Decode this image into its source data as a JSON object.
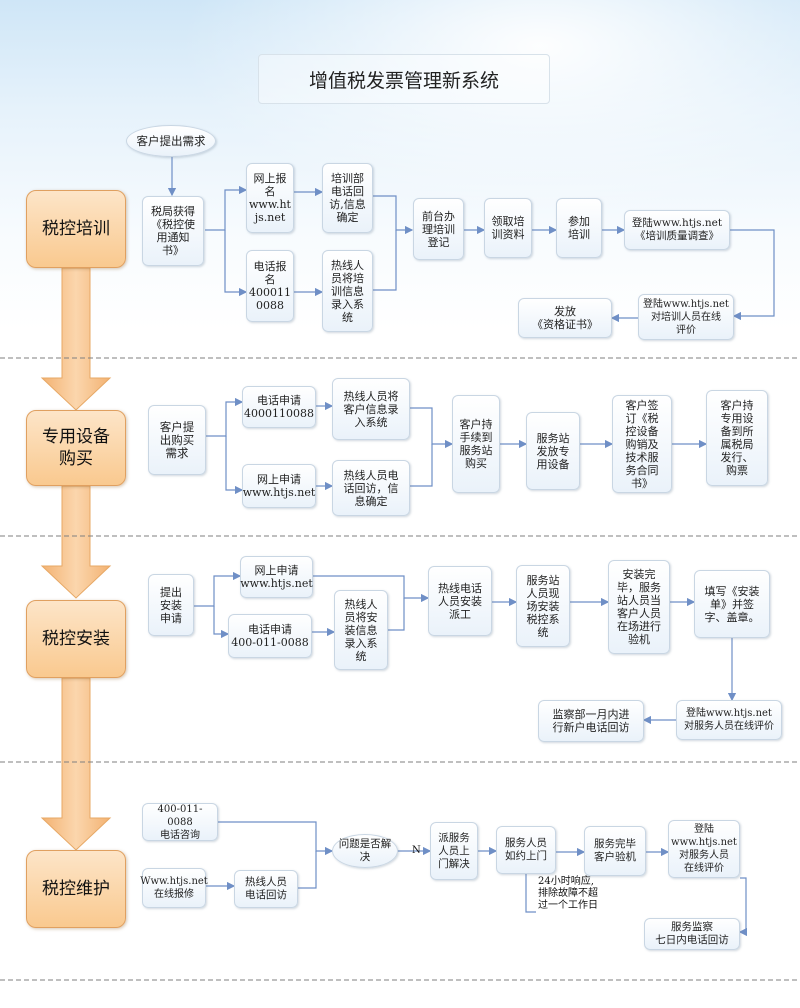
{
  "title": "增值税发票管理新系统",
  "stages": {
    "training": "税控培训",
    "equipment": "专用设备\n购买",
    "install": "税控安装",
    "maintain": "税控维护"
  },
  "training": {
    "customer_request": "客户提出需求",
    "notice": "税局获得\n《税控使\n用通知\n书》",
    "online_register": "网上报\n名\nwww.ht\njs.net",
    "phone_register": "电话报\n名\n400011\n0088",
    "callback_confirm": "培训部\n电话回\n访,信息\n确定",
    "hotline_entry": "热线人\n员将培\n训信息\n录入系\n统",
    "front_desk": "前台办\n理培训\n登记",
    "get_materials": "领取培\n训资料",
    "attend": "参加\n培训",
    "survey": "登陆www.htjs.net\n《培训质量调查》",
    "online_eval": "登陆www.htjs.net\n对培训人员在线\n评价",
    "certificate": "发放\n《资格证书》"
  },
  "equipment": {
    "purchase_request": "客户提\n出购买\n需求",
    "phone_apply": "电话申请\n4000110088",
    "online_apply": "网上申请\nwww.htjs.net",
    "hotline_entry": "热线人员将\n客户信息录\n入系统",
    "hotline_callback": "热线人员电\n话回访，信\n息确定",
    "go_station": "客户持\n手续到\n服务站\n购买",
    "station_issue": "服务站\n发放专\n用设备",
    "sign_contract": "客户签\n订《税\n控设备\n购销及\n技术服\n务合同\n书》",
    "invoice_issue": "客户持\n专用设\n备到所\n属税局\n发行、\n购票"
  },
  "install": {
    "install_request": "提出\n安装\n申请",
    "online_apply": "网上申请\nwww.htjs.net",
    "phone_apply": "电话申请\n400-011-0088",
    "hotline_entry": "热线人\n员将安\n装信息\n录入系\n统",
    "dispatch": "热线电话\n人员安装\n派工",
    "onsite": "服务站\n人员现\n场安装\n税控系\n统",
    "acceptance": "安装完\n毕，服务\n站人员当\n客户人员\n在场进行\n验机",
    "fill_form": "填写《安装\n单》并签\n字、盖章。",
    "online_eval": "登陆www.htjs.net\n对服务人员在线评价",
    "supervision": "监察部一月内进\n行新户电话回访"
  },
  "maintain": {
    "phone_consult": "400-011-0088\n电话咨询",
    "online_repair": "Www.htjs.net\n在线报修",
    "hotline_callback": "热线人员\n电话回访",
    "solved_question": "问题是否解决",
    "no_label": "N",
    "dispatch": "派服务\n人员上\n门解决",
    "visit": "服务人员\n如约上门",
    "response_note": "24小时响应,\n排除故障不超\n过一个工作日",
    "acceptance": "服务完毕\n客户验机",
    "online_eval": "登陆\nwww.htjs.net\n对服务人员\n在线评价",
    "supervision": "服务监察\n七日内电话回访"
  },
  "colors": {
    "arrow": "#6f8fc6",
    "stage_fill": "#f9c98f",
    "big_arrow": "#f6bd83",
    "divider": "#7f7f7f"
  }
}
